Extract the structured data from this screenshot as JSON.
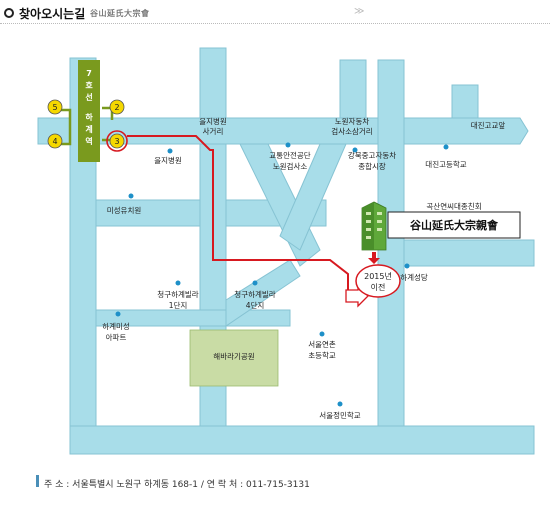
{
  "header": {
    "title": "찾아오시는길",
    "subtitle": "谷山延氏大宗會",
    "chevron": "≫"
  },
  "line": {
    "name_chars": [
      "7",
      "호",
      "선"
    ],
    "station_chars": [
      "하",
      "계",
      "역"
    ]
  },
  "exits": [
    "5",
    "4",
    "2",
    "3"
  ],
  "places": {
    "euljiro_junction_1": "을지병원",
    "euljiro_junction_2": "사거리",
    "inspection_1": "노원자동차",
    "inspection_2": "검사소삼거리",
    "daejin_intersection": "대진고교앞",
    "eulji_hospital": "을지병원",
    "traffic_1": "교통안전공단",
    "traffic_2": "노원검사소",
    "market_1": "강북중고자동차",
    "market_2": "종합시장",
    "daejin_school": "대진고등학교",
    "kindergarten": "미성유치원",
    "cheonggu1_1": "청구하계빌라",
    "cheonggu1_2": "1단지",
    "cheonggu4_1": "청구하계빌라",
    "cheonggu4_2": "4단지",
    "misung_1": "하계미성",
    "misung_2": "아파트",
    "park": "해바라기공원",
    "cathedral": "하계성당",
    "yeonchon_1": "서울연촌",
    "yeonchon_2": "초등학교",
    "jeongmin": "서울정민학교",
    "destination_small": "곡산연씨대종친회",
    "destination_big": "谷山延氏大宗親會",
    "moved_1": "2015년",
    "moved_2": "이전"
  },
  "colors": {
    "road": "#a8dde9",
    "road_edge": "#86c3d3",
    "subway_line": "#7a9a1e",
    "route": "#d71920",
    "marker": "#1e90c8",
    "park": "#c9dca5",
    "exit_badge": "#f5d800"
  },
  "footer": {
    "text": "주   소 : 서울특별시 노원구 하계동 168-1  /  연 락 처 : 011-715-3131"
  }
}
